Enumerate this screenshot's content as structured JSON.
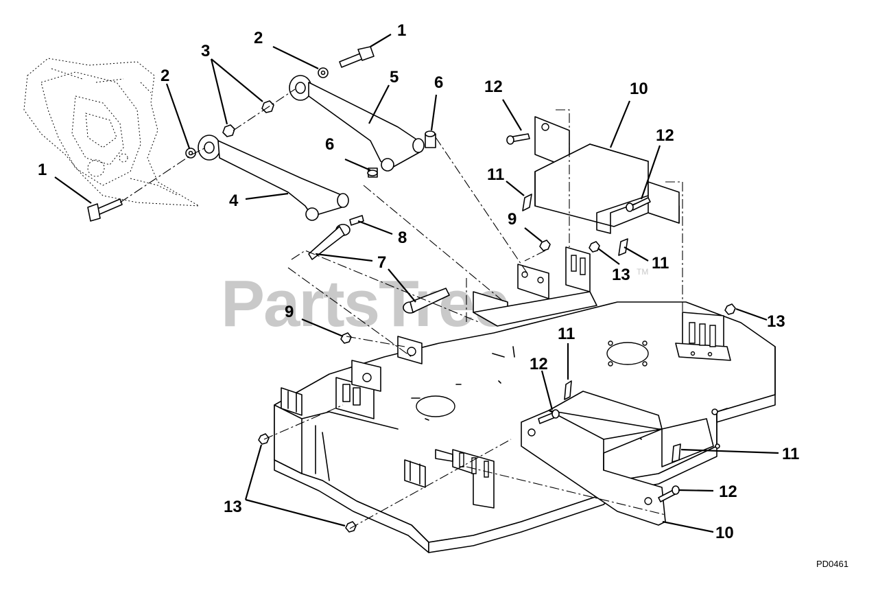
{
  "watermark": {
    "text": "PartsTree",
    "trademark": "TM"
  },
  "drawing_code": "PD0461",
  "callouts": [
    {
      "id": "c1a",
      "label": "1"
    },
    {
      "id": "c1b",
      "label": "1"
    },
    {
      "id": "c2a",
      "label": "2"
    },
    {
      "id": "c2b",
      "label": "2"
    },
    {
      "id": "c3",
      "label": "3"
    },
    {
      "id": "c4",
      "label": "4"
    },
    {
      "id": "c5",
      "label": "5"
    },
    {
      "id": "c6a",
      "label": "6"
    },
    {
      "id": "c6b",
      "label": "6"
    },
    {
      "id": "c7",
      "label": "7"
    },
    {
      "id": "c8",
      "label": "8"
    },
    {
      "id": "c9a",
      "label": "9"
    },
    {
      "id": "c9b",
      "label": "9"
    },
    {
      "id": "c10a",
      "label": "10"
    },
    {
      "id": "c10b",
      "label": "10"
    },
    {
      "id": "c11a",
      "label": "11"
    },
    {
      "id": "c11b",
      "label": "11"
    },
    {
      "id": "c11c",
      "label": "11"
    },
    {
      "id": "c11d",
      "label": "11"
    },
    {
      "id": "c12a",
      "label": "12"
    },
    {
      "id": "c12b",
      "label": "12"
    },
    {
      "id": "c12c",
      "label": "12"
    },
    {
      "id": "c12d",
      "label": "12"
    },
    {
      "id": "c13a",
      "label": "13"
    },
    {
      "id": "c13b",
      "label": "13"
    },
    {
      "id": "c13c",
      "label": "13"
    }
  ]
}
